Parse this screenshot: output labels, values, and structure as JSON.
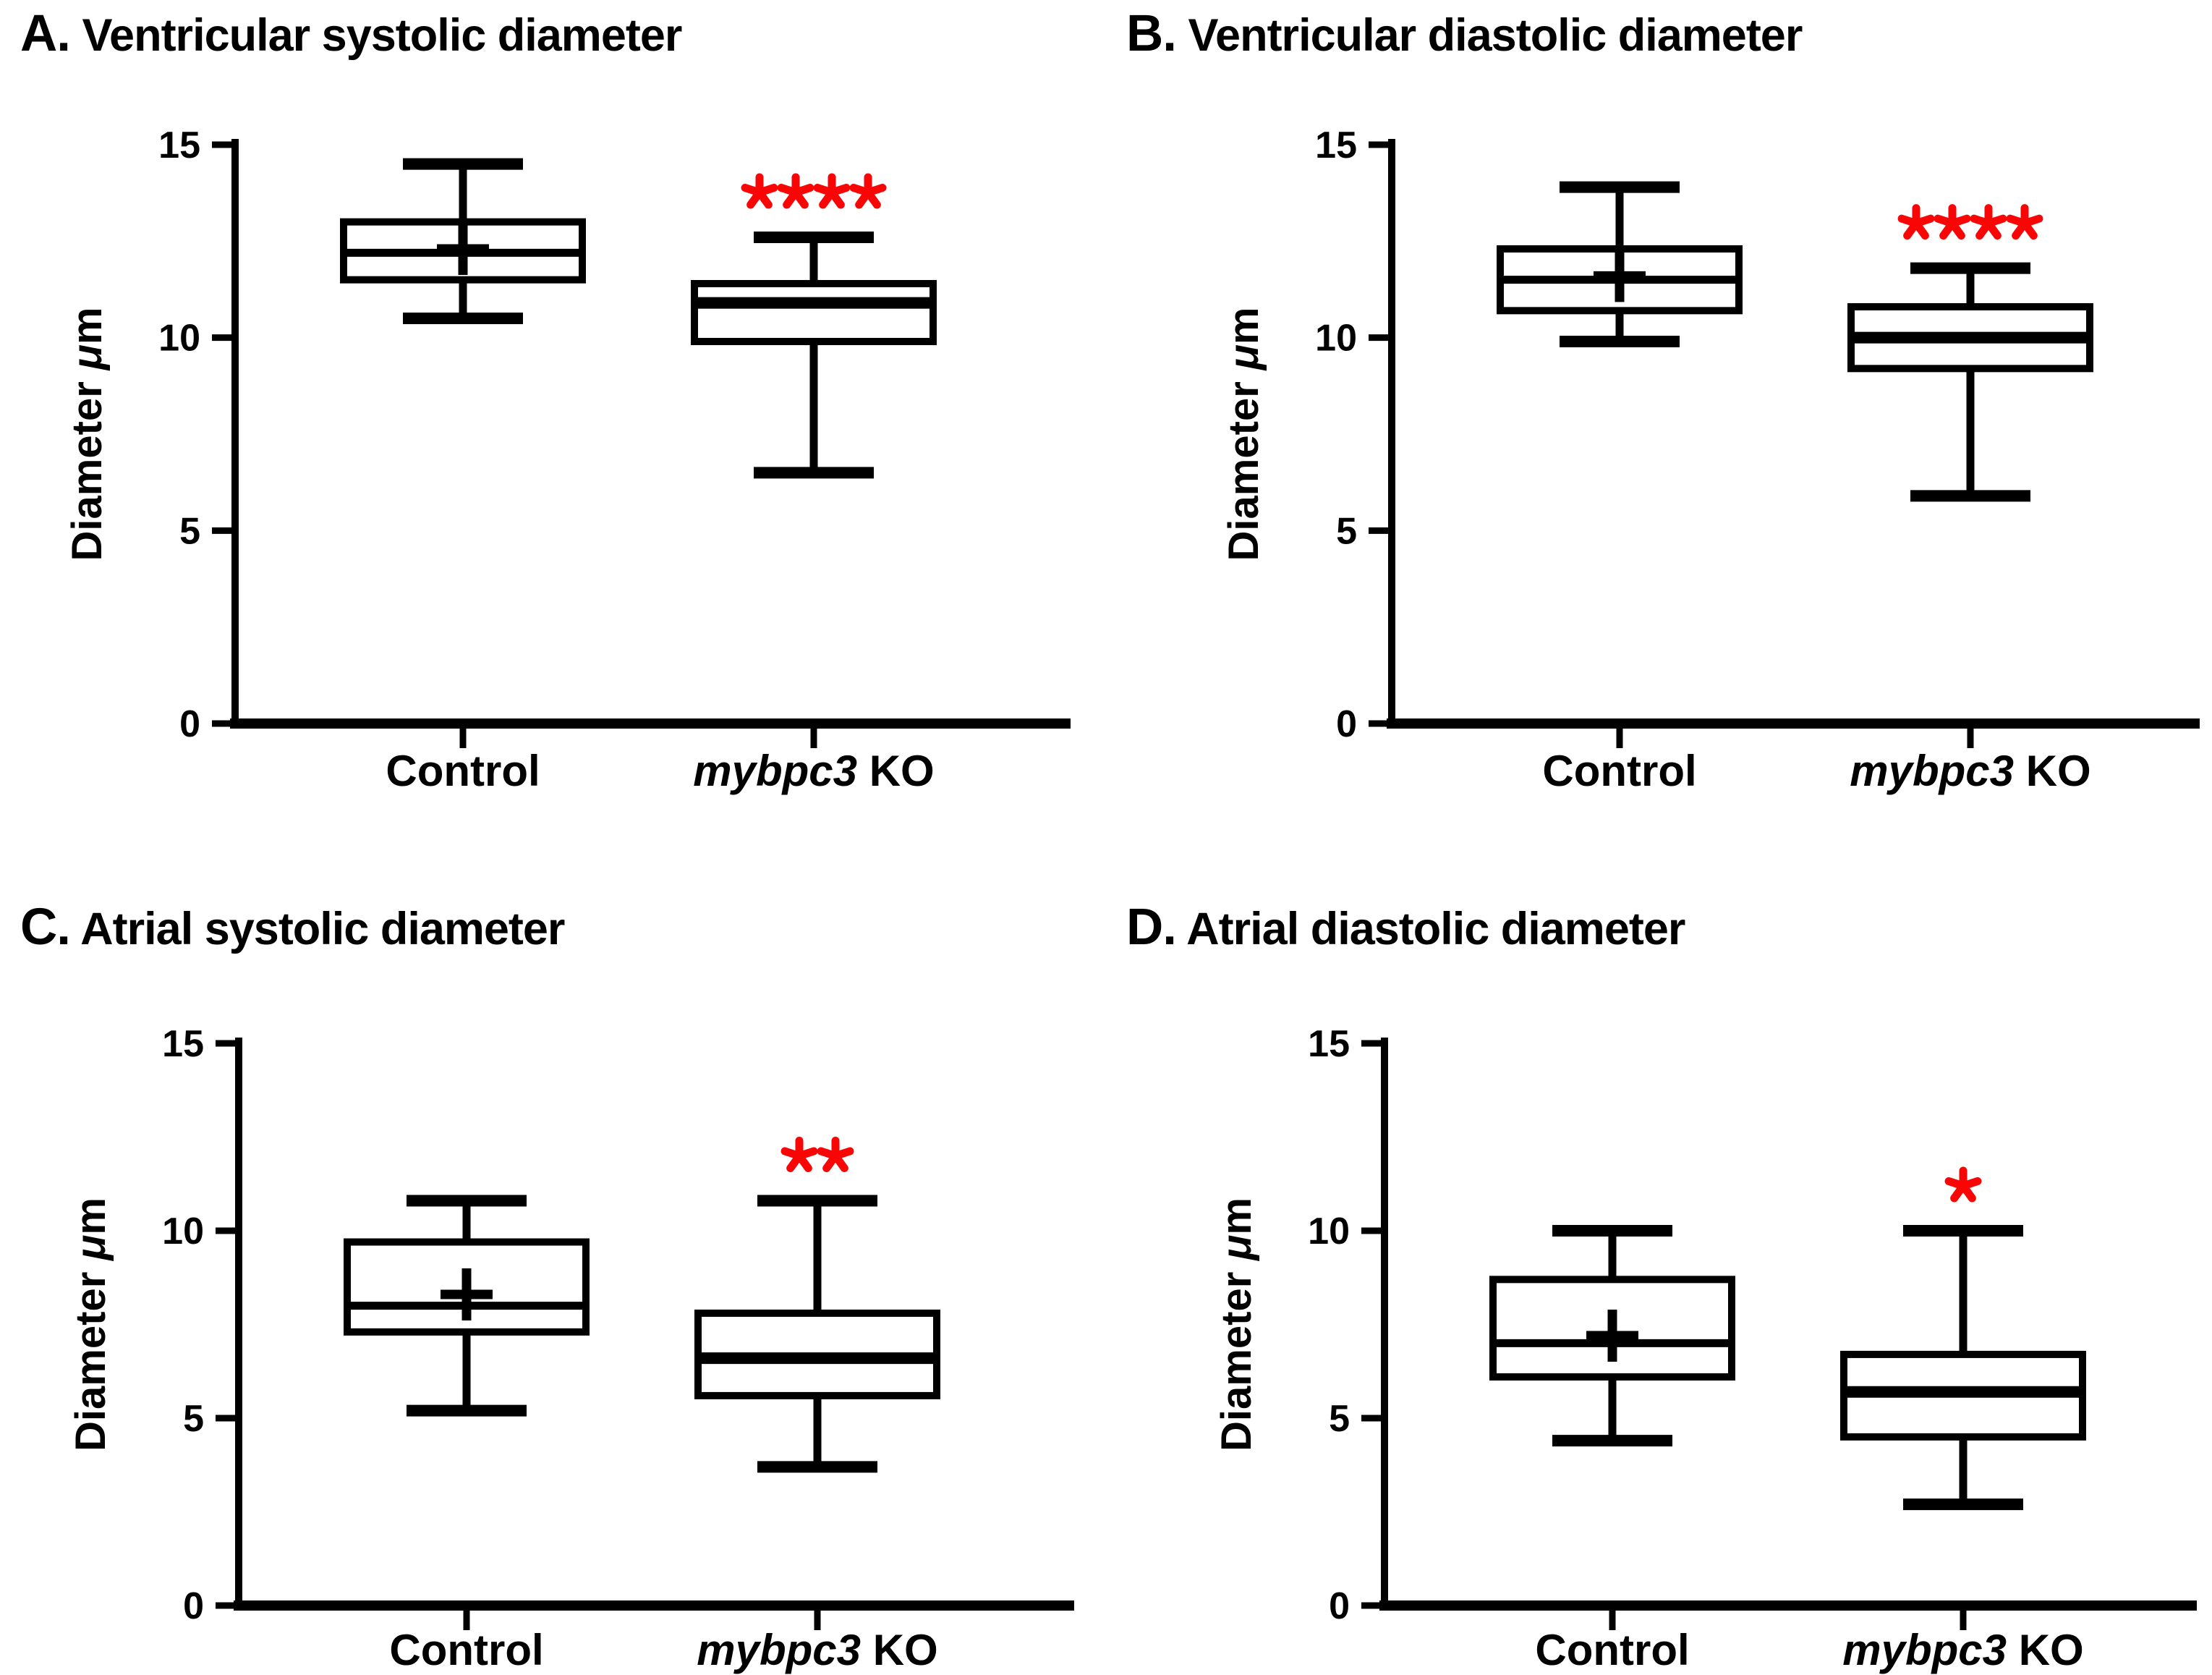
{
  "figure": {
    "background": "#ffffff",
    "ink_color": "#000000",
    "significance_color": "#fa0505"
  },
  "axis": {
    "ylabel": "Diameter μm",
    "ylabel_parts": [
      {
        "text": "Diameter ",
        "italic": false
      },
      {
        "text": "μ",
        "italic": true
      },
      {
        "text": "m",
        "italic": false
      }
    ],
    "yticks": [
      0,
      5,
      10,
      15
    ],
    "ylim": [
      0,
      15
    ]
  },
  "chart_data": [
    {
      "type": "box",
      "panel_label": "A.",
      "title": "Ventricular systolic diameter",
      "ylabel": "Diameter μm",
      "ylim": [
        0,
        15
      ],
      "yticks": [
        0,
        5,
        10,
        15
      ],
      "grid": false,
      "categories": [
        {
          "label": "Control",
          "parts": [
            {
              "text": "Control",
              "italic": false
            }
          ]
        },
        {
          "label": "mybpc3 KO",
          "parts": [
            {
              "text": "mybpc3",
              "italic": true
            },
            {
              "text": " KO",
              "italic": false
            }
          ]
        }
      ],
      "series": [
        {
          "name": "Control",
          "whisker_low": 10.5,
          "q1": 11.5,
          "median": 12.2,
          "q3": 13.0,
          "whisker_high": 14.5,
          "mean": 12.3
        },
        {
          "name": "mybpc3 KO",
          "whisker_low": 6.5,
          "q1": 9.9,
          "median": 10.9,
          "q3": 11.4,
          "whisker_high": 12.6,
          "mean": null
        }
      ],
      "significance": {
        "stars": "****",
        "applies_to": "mybpc3 KO",
        "color": "#fa0505"
      }
    },
    {
      "type": "box",
      "panel_label": "B.",
      "title": "Ventricular diastolic diameter",
      "ylabel": "Diameter μm",
      "ylim": [
        0,
        15
      ],
      "yticks": [
        0,
        5,
        10,
        15
      ],
      "grid": false,
      "categories": [
        {
          "label": "Control",
          "parts": [
            {
              "text": "Control",
              "italic": false
            }
          ]
        },
        {
          "label": "mybpc3 KO",
          "parts": [
            {
              "text": "mybpc3",
              "italic": true
            },
            {
              "text": " KO",
              "italic": false
            }
          ]
        }
      ],
      "series": [
        {
          "name": "Control",
          "whisker_low": 9.9,
          "q1": 10.7,
          "median": 11.5,
          "q3": 12.3,
          "whisker_high": 13.9,
          "mean": 11.6
        },
        {
          "name": "mybpc3 KO",
          "whisker_low": 5.9,
          "q1": 9.2,
          "median": 10.0,
          "q3": 10.8,
          "whisker_high": 11.8,
          "mean": null
        }
      ],
      "significance": {
        "stars": "****",
        "applies_to": "mybpc3 KO",
        "color": "#fa0505"
      }
    },
    {
      "type": "box",
      "panel_label": "C.",
      "title": "Atrial systolic diameter",
      "ylabel": "Diameter μm",
      "ylim": [
        0,
        15
      ],
      "yticks": [
        0,
        5,
        10,
        15
      ],
      "grid": false,
      "categories": [
        {
          "label": "Control",
          "parts": [
            {
              "text": "Control",
              "italic": false
            }
          ]
        },
        {
          "label": "mybpc3 KO",
          "parts": [
            {
              "text": "mybpc3",
              "italic": true
            },
            {
              "text": " KO",
              "italic": false
            }
          ]
        }
      ],
      "series": [
        {
          "name": "Control",
          "whisker_low": 5.2,
          "q1": 7.3,
          "median": 8.0,
          "q3": 9.7,
          "whisker_high": 10.8,
          "mean": 8.3
        },
        {
          "name": "mybpc3 KO",
          "whisker_low": 3.7,
          "q1": 5.6,
          "median": 6.6,
          "q3": 7.8,
          "whisker_high": 10.8,
          "mean": null
        }
      ],
      "significance": {
        "stars": "**",
        "applies_to": "mybpc3 KO",
        "color": "#fa0505"
      }
    },
    {
      "type": "box",
      "panel_label": "D.",
      "title": "Atrial diastolic diameter",
      "ylabel": "Diameter μm",
      "ylim": [
        0,
        15
      ],
      "yticks": [
        0,
        5,
        10,
        15
      ],
      "grid": false,
      "categories": [
        {
          "label": "Control",
          "parts": [
            {
              "text": "Control",
              "italic": false
            }
          ]
        },
        {
          "label": "mybpc3 KO",
          "parts": [
            {
              "text": "mybpc3",
              "italic": true
            },
            {
              "text": " KO",
              "italic": false
            }
          ]
        }
      ],
      "series": [
        {
          "name": "Control",
          "whisker_low": 4.4,
          "q1": 6.1,
          "median": 7.0,
          "q3": 8.7,
          "whisker_high": 10.0,
          "mean": 7.2
        },
        {
          "name": "mybpc3 KO",
          "whisker_low": 2.7,
          "q1": 4.5,
          "median": 5.7,
          "q3": 6.7,
          "whisker_high": 10.0,
          "mean": null
        }
      ],
      "significance": {
        "stars": "*",
        "applies_to": "mybpc3 KO",
        "color": "#fa0505"
      }
    }
  ]
}
